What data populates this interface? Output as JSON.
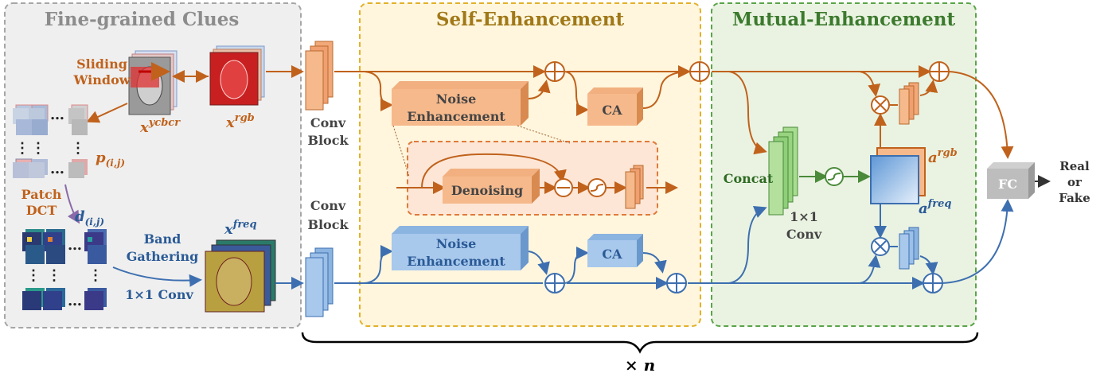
{
  "panels": {
    "fine": "Fine-grained Clues",
    "self": "Self-Enhancement",
    "mutual": "Mutual-Enhancement"
  },
  "fine": {
    "sliding_window": [
      "Sliding",
      "Window"
    ],
    "x_ycbcr": "x",
    "x_ycbcr_sup": "ycbcr",
    "x_rgb": "x",
    "x_rgb_sup": "rgb",
    "p_label": "p",
    "p_sub": "(i,j)",
    "patch_dct": [
      "Patch",
      "DCT"
    ],
    "d_label": "d",
    "d_sub": "(i,j)",
    "band_gathering": [
      "Band",
      "Gathering"
    ],
    "conv_1x1": "1×1 Conv",
    "x_freq": "x",
    "x_freq_sup": "freq",
    "dots": "…",
    "vdots": "⋮"
  },
  "conv_block": [
    "Conv",
    "Block"
  ],
  "self": {
    "noise_enhancement": [
      "Noise",
      "Enhancement"
    ],
    "ca": "CA",
    "denoising": "Denoising"
  },
  "mutual": {
    "concat": "Concat",
    "conv_1x1": [
      "1×1",
      "Conv"
    ],
    "a_rgb": "a",
    "a_rgb_sup": "rgb",
    "a_freq": "a",
    "a_freq_sup": "freq"
  },
  "fc": "FC",
  "output": [
    "Real",
    "or",
    "Fake"
  ],
  "repeat": "× n",
  "colors": {
    "rgb_path": "#c0621c",
    "freq_path": "#3d6fb0",
    "orange_fill": "#f6b98c",
    "blue_fill": "#a8c8ec",
    "green_fill": "#8fcf7a",
    "fine_bg": "#efefef",
    "self_bg": "#fff6dd",
    "mutual_bg": "#eaf3e2"
  }
}
